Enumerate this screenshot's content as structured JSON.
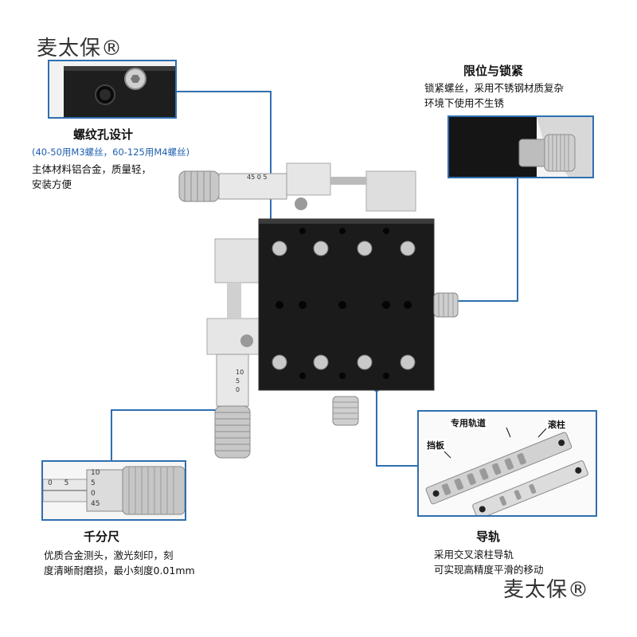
{
  "watermark": {
    "brand": "麦太保®"
  },
  "callouts": {
    "thread": {
      "title": "螺纹孔设计",
      "note": "(40-50用M3螺丝，60-125用M4螺丝)",
      "desc_lines": [
        "主体材料铝合金，质量轻，",
        "安装方便"
      ]
    },
    "lock": {
      "title": "限位与锁紧",
      "desc_lines": [
        "锁紧螺丝，采用不锈钢材质复杂",
        "环境下使用不生锈"
      ]
    },
    "micrometer": {
      "title": "千分尺",
      "desc_lines": [
        "优质合金测头，激光刻印，刻",
        "度清晰耐磨损，最小刻度0.01mm"
      ],
      "scale_marks": [
        "10",
        "5",
        "0",
        "45"
      ],
      "sleeve_marks": [
        "0",
        "5"
      ]
    },
    "rail": {
      "title": "导轨",
      "desc_lines": [
        "采用交叉滚柱导轨",
        "可实现高精度平滑的移动"
      ],
      "labels": {
        "track": "专用轨道",
        "roller": "滚柱",
        "plate": "挡板"
      }
    }
  },
  "product": {
    "micrometer_x_marks": [
      "45",
      "0",
      "5"
    ],
    "micrometer_y_marks": [
      "10",
      "5",
      "0"
    ]
  },
  "colors": {
    "accent": "#2f6fb0",
    "stage": "#1b1b1b",
    "metal": "#d9d9d9"
  }
}
